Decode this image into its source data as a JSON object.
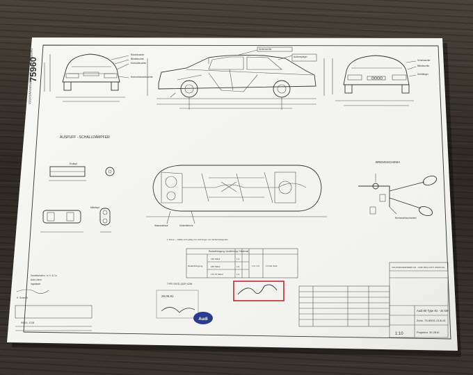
{
  "drawing": {
    "number": "75960",
    "section_exhaust": "AUSPUFF - SCHALLDÄMPFER",
    "section_brakes": "BREMSSCHEMA",
    "brake_note": "Bremsschlauchwinkel",
    "bottom_labels": [
      "Wasserablauf",
      "Kühlmittelrohr"
    ],
    "type_line": "TYPE VW 81 (AGF) 6254",
    "table_header": "Radaufhängung / Ausführung / Hinterrad",
    "table_rows": [
      {
        "label": "Radaufhängung",
        "size": "155 SR13",
        "a": "1.9",
        "b": "1.9"
      },
      {
        "label": "",
        "size": "165 SR13",
        "a": "1.9",
        "b": "1.9"
      },
      {
        "label": "",
        "size": "175 70 SR13",
        "a": "1.9",
        "b": "1.9"
      }
    ],
    "title_block": {
      "line1": "Audi 80 Type 81 - 44 kW",
      "line2": "Zchn. 75-590/1-21/6-81",
      "line3": "Projektnr. 30.2816",
      "scale": "1:10"
    },
    "company_lines": [
      "Gesellschaft m. b. H. & Co.",
      "Auto Union",
      "Ingolstadt",
      "H. Schmidt"
    ],
    "left_code": "0664.536",
    "stamp_date": "28.06.81",
    "logo_text": "Audi"
  },
  "colors": {
    "paper": "#f3f3f0",
    "ink": "#333333",
    "stamp_red": "#c0282c",
    "logo_blue": "#2b3c8f"
  }
}
